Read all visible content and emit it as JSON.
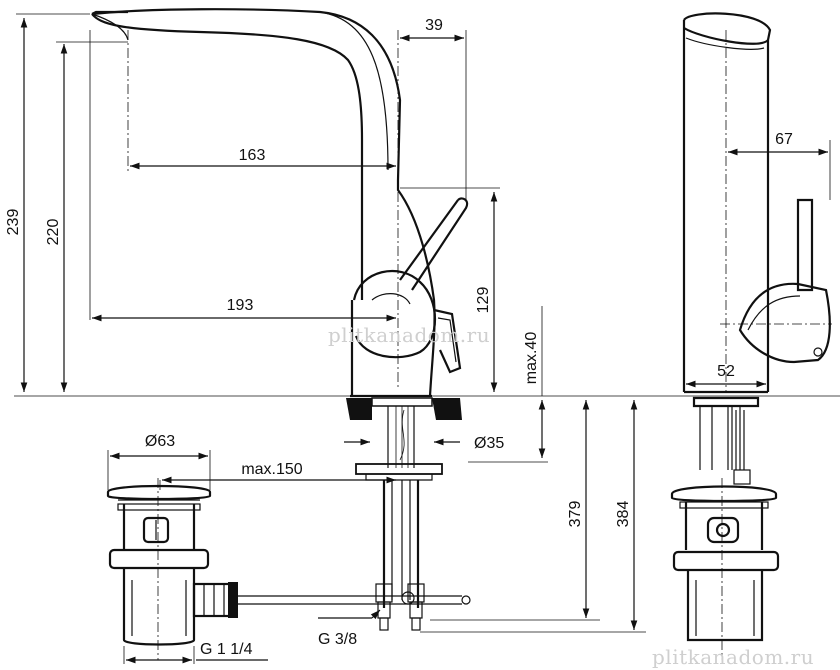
{
  "labels": {
    "d239": "239",
    "d220": "220",
    "d163": "163",
    "d39": "39",
    "d193": "193",
    "d129": "129",
    "dmax40": "max.40",
    "d35": "Ø35",
    "d63": "Ø63",
    "dmax150": "max.150",
    "d379": "379",
    "d384": "384",
    "g114": "G 1 1/4",
    "g38": "G 3/8",
    "d67": "67",
    "d52": "52"
  },
  "watermarks": {
    "center": "plitkanadom.ru",
    "corner": "plitkanadom.ru"
  }
}
